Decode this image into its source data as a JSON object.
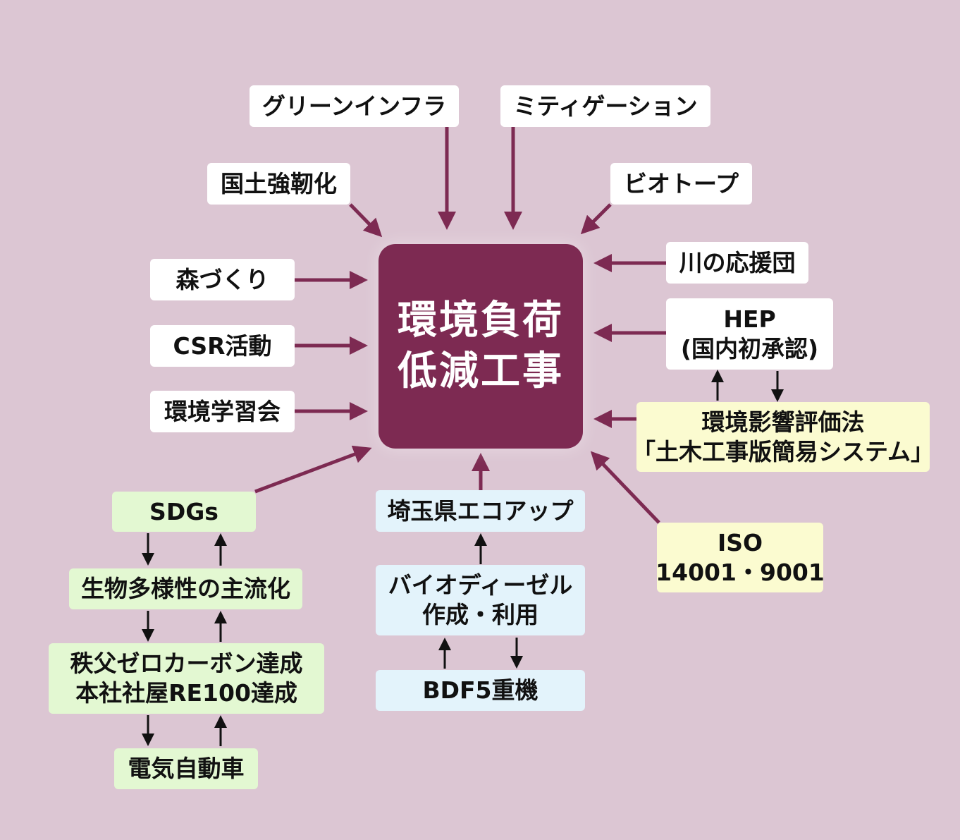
{
  "colors": {
    "background": "#dcc6d3",
    "center_fill": "#7d2a52",
    "main_arrow": "#7d2a52",
    "chain_arrow": "#111111",
    "box_white": "#ffffff",
    "box_yellow": "#fbfbd0",
    "box_green": "#e3f8d2",
    "box_blue": "#e3f3fb"
  },
  "center": {
    "line1": "環境負荷",
    "line2": "低減工事"
  },
  "top": {
    "green_infra": "グリーンインフラ",
    "mitigation": "ミティゲーション"
  },
  "left": {
    "kokudo": "国土強靭化",
    "mori": "森づくり",
    "csr": "CSR活動",
    "gakushu": "環境学習会"
  },
  "right": {
    "biotope": "ビオトープ",
    "kawa": "川の応援団",
    "hep": {
      "line1": "HEP",
      "line2": "(国内初承認)"
    },
    "hyoka": {
      "line1": "環境影響評価法",
      "line2": "「土木工事版簡易システム」"
    },
    "iso": {
      "line1": "ISO",
      "line2": "14001・9001"
    }
  },
  "green_chain": {
    "sdgs": "SDGs",
    "seibutsu": "生物多様性の主流化",
    "chichibu": {
      "line1": "秩父ゼロカーボン達成",
      "line2": "本社社屋RE100達成"
    },
    "ev": "電気自動車"
  },
  "blue_chain": {
    "saitama": "埼玉県エコアップ",
    "bdf": {
      "line1": "バイオディーゼル",
      "line2": "作成・利用"
    },
    "heavy": "BDF5重機"
  }
}
